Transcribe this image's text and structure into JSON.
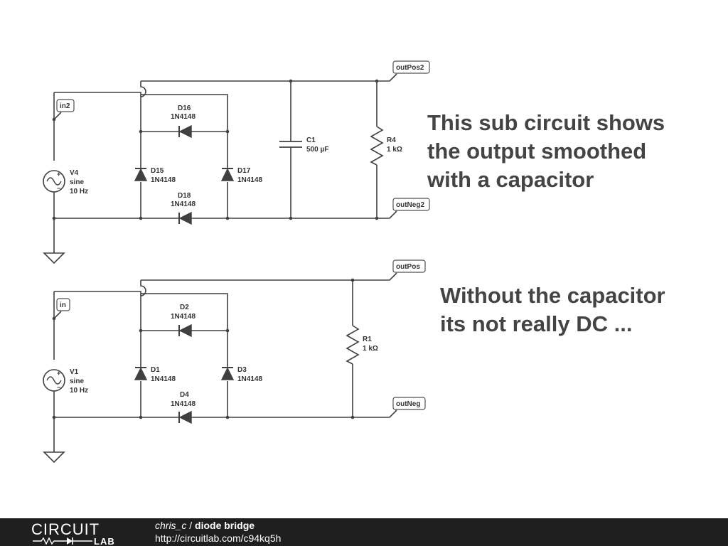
{
  "circuit_top": {
    "source": {
      "name": "V4",
      "type": "sine",
      "freq": "10 Hz"
    },
    "input_port": "in2",
    "diodes": [
      {
        "name": "D16",
        "model": "1N4148"
      },
      {
        "name": "D15",
        "model": "1N4148"
      },
      {
        "name": "D17",
        "model": "1N4148"
      },
      {
        "name": "D18",
        "model": "1N4148"
      }
    ],
    "capacitor": {
      "name": "C1",
      "value": "500 µF"
    },
    "resistor": {
      "name": "R4",
      "value": "1 kΩ"
    },
    "out_pos": "outPos2",
    "out_neg": "outNeg2"
  },
  "circuit_bottom": {
    "source": {
      "name": "V1",
      "type": "sine",
      "freq": "10 Hz"
    },
    "input_port": "in",
    "diodes": [
      {
        "name": "D2",
        "model": "1N4148"
      },
      {
        "name": "D1",
        "model": "1N4148"
      },
      {
        "name": "D3",
        "model": "1N4148"
      },
      {
        "name": "D4",
        "model": "1N4148"
      }
    ],
    "resistor": {
      "name": "R1",
      "value": "1 kΩ"
    },
    "out_pos": "outPos",
    "out_neg": "outNeg"
  },
  "notes": {
    "note1_lines": [
      "This sub circuit shows",
      "the output smoothed",
      "with a capacitor"
    ],
    "note2_lines": [
      "Without the capacitor",
      "its not really DC ..."
    ]
  },
  "footer": {
    "logo_top": "CIRCUIT",
    "logo_bottom": "LAB",
    "author": "chris_c",
    "separator": " / ",
    "title": "diode bridge",
    "url": "http://circuitlab.com/c94kq5h"
  }
}
